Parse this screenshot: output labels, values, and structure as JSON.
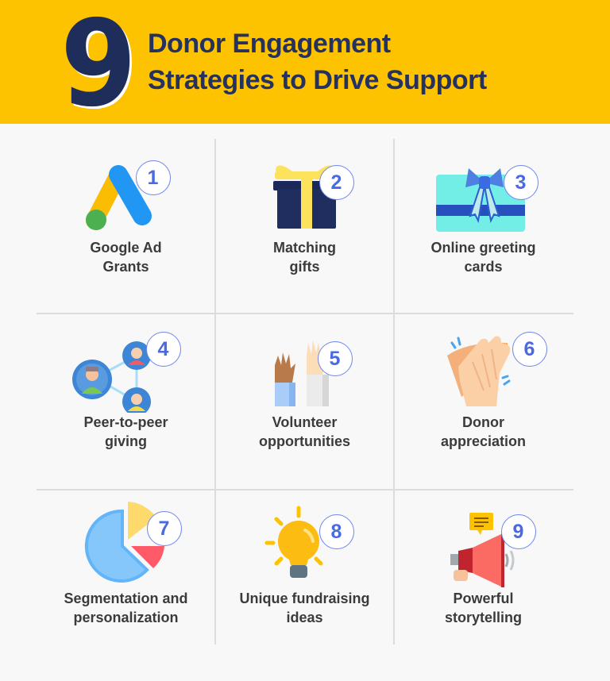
{
  "header": {
    "number": "9",
    "title_line1": "Donor Engagement",
    "title_line2": "Strategies to Drive Support",
    "background_color": "#fdc300",
    "text_color": "#25315e"
  },
  "strategies": [
    {
      "number": "1",
      "icon": "google-ads-icon",
      "label_line1": "Google Ad",
      "label_line2": "Grants"
    },
    {
      "number": "2",
      "icon": "gift-box-icon",
      "label_line1": "Matching",
      "label_line2": "gifts"
    },
    {
      "number": "3",
      "icon": "gift-card-icon",
      "label_line1": "Online greeting",
      "label_line2": "cards"
    },
    {
      "number": "4",
      "icon": "people-network-icon",
      "label_line1": "Peer-to-peer",
      "label_line2": "giving"
    },
    {
      "number": "5",
      "icon": "raised-hands-icon",
      "label_line1": "Volunteer",
      "label_line2": "opportunities"
    },
    {
      "number": "6",
      "icon": "clapping-hands-icon",
      "label_line1": "Donor",
      "label_line2": "appreciation"
    },
    {
      "number": "7",
      "icon": "pie-chart-icon",
      "label_line1": "Segmentation and",
      "label_line2": "personalization"
    },
    {
      "number": "8",
      "icon": "lightbulb-icon",
      "label_line1": "Unique fundraising",
      "label_line2": "ideas"
    },
    {
      "number": "9",
      "icon": "megaphone-icon",
      "label_line1": "Powerful",
      "label_line2": "storytelling"
    }
  ],
  "colors": {
    "badge_border": "#6d86ee",
    "badge_text": "#4a69e2",
    "grid_line": "#dcdcdc",
    "page_background": "#f8f8f8"
  }
}
